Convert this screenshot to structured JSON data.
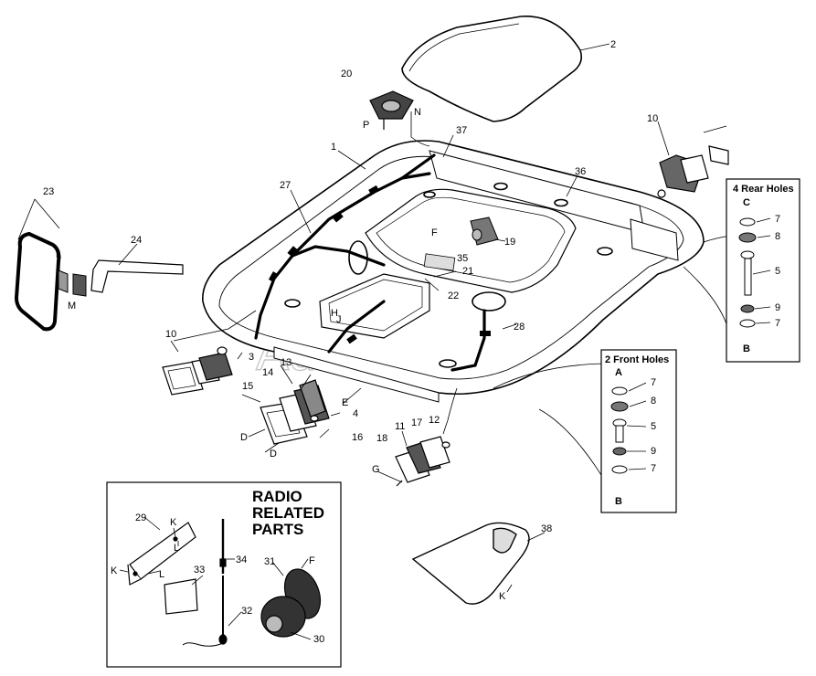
{
  "watermark": "AutoSoft",
  "callouts": {
    "c1": "1",
    "c2": "2",
    "c3": "3",
    "c4": "4",
    "c5": "5",
    "c7": "7",
    "c8": "8",
    "c9": "9",
    "c10": "10",
    "c11": "11",
    "c12": "12",
    "c13": "13",
    "c14": "14",
    "c15": "15",
    "c16": "16",
    "c17": "17",
    "c18": "18",
    "c19": "19",
    "c20": "20",
    "c21": "21",
    "c22": "22",
    "c23": "23",
    "c24": "24",
    "c27": "27",
    "c28": "28",
    "c29": "29",
    "c30": "30",
    "c31": "31",
    "c32": "32",
    "c33": "33",
    "c34": "34",
    "c35": "35",
    "c36": "36",
    "c37": "37",
    "c38": "38"
  },
  "letters": {
    "A": "A",
    "B": "B",
    "C": "C",
    "D": "D",
    "E": "E",
    "F": "F",
    "G": "G",
    "H": "H",
    "J": "J",
    "K": "K",
    "L": "L",
    "M": "M",
    "N": "N",
    "P": "P"
  },
  "rear_holes": {
    "title": "4 Rear Holes",
    "top_letter": "C",
    "bottom_letter": "B",
    "items": [
      "7",
      "8",
      "5",
      "9",
      "7"
    ]
  },
  "front_holes": {
    "title": "2 Front Holes",
    "top_letter": "A",
    "bottom_letter": "B",
    "items": [
      "7",
      "8",
      "5",
      "9",
      "7"
    ]
  },
  "radio_box": {
    "title_lines": [
      "RADIO",
      "RELATED",
      "PARTS"
    ]
  }
}
